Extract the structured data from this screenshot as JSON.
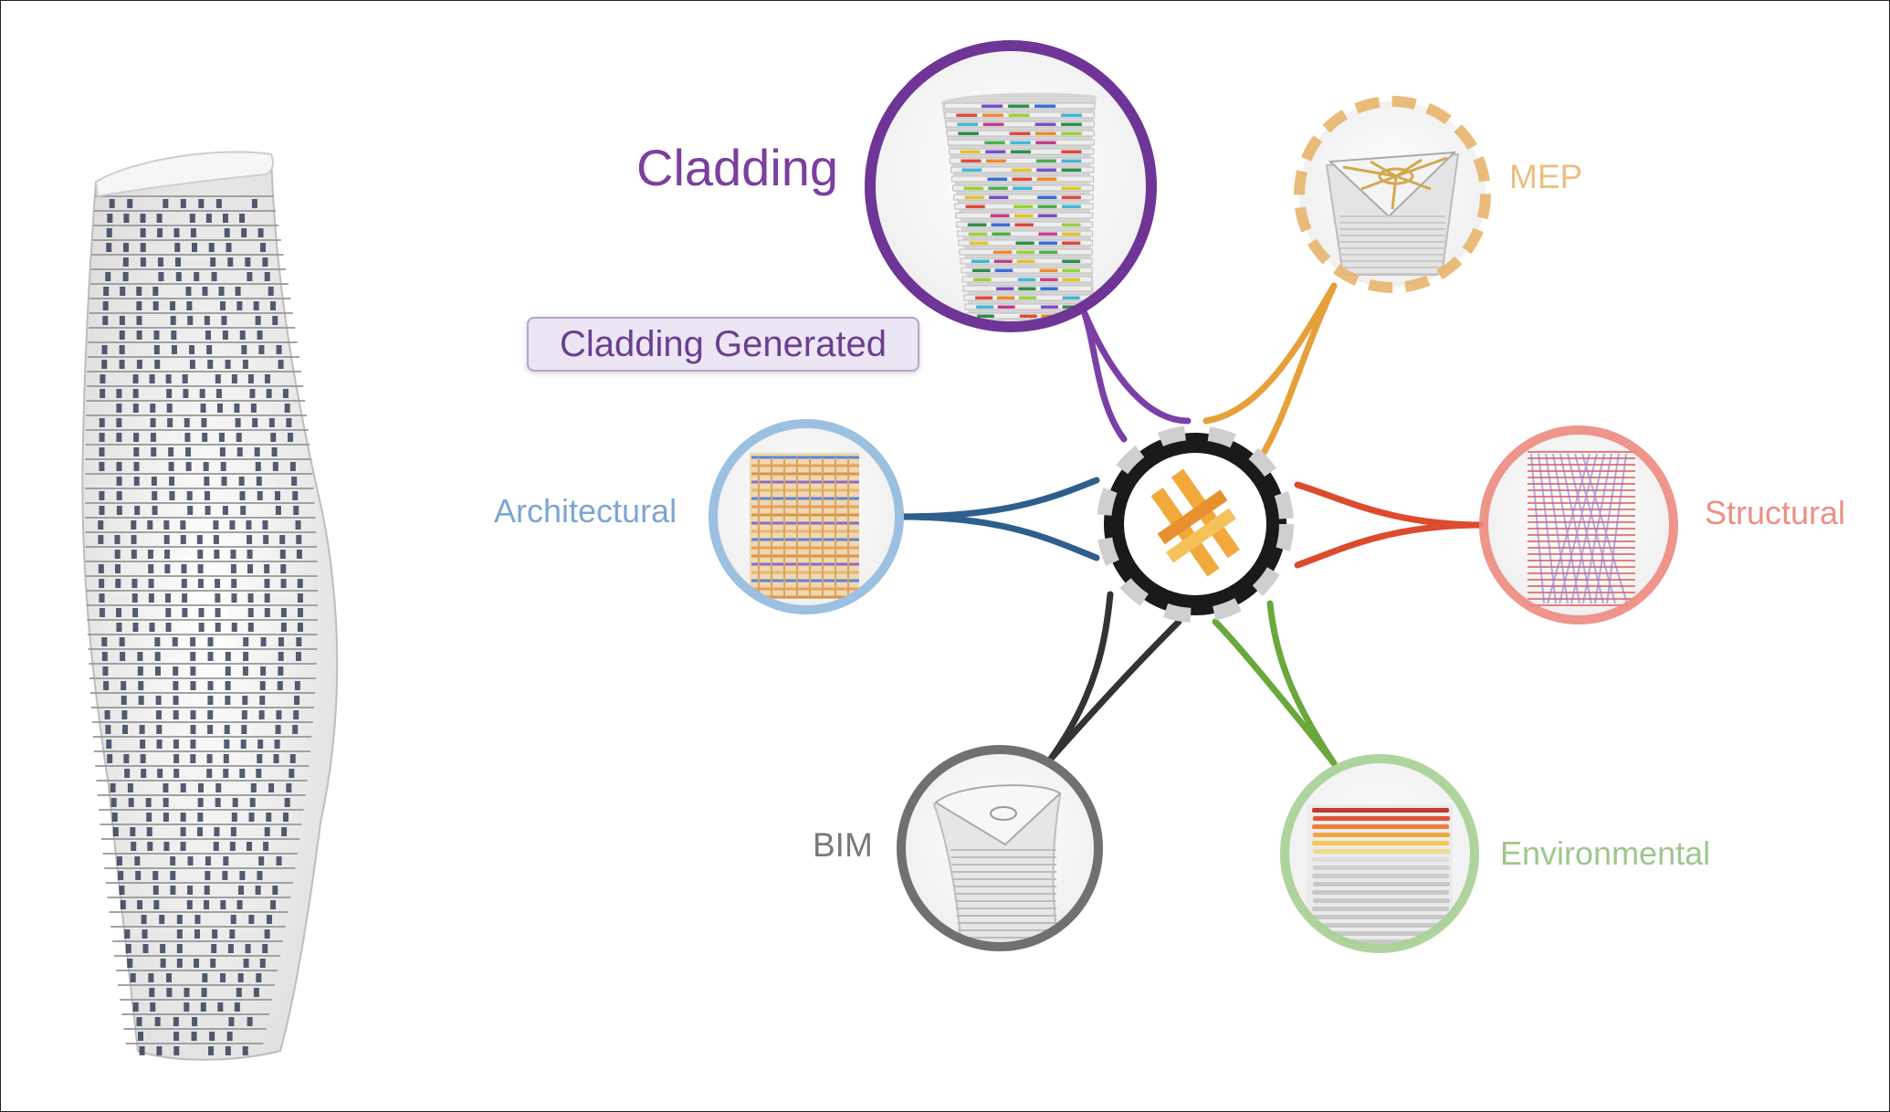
{
  "hub": {
    "icon": "hypar-logo-icon"
  },
  "nodes": {
    "cladding": {
      "label": "Cladding",
      "color": "#7b3f9e"
    },
    "mep": {
      "label": "MEP",
      "color": "#e7b56d"
    },
    "architectural": {
      "label": "Architectural",
      "color": "#6f9dcc"
    },
    "structural": {
      "label": "Structural",
      "color": "#e9857a"
    },
    "bim": {
      "label": "BIM",
      "color": "#6b6b6b"
    },
    "environmental": {
      "label": "Environmental",
      "color": "#8fbd7a"
    }
  },
  "status_badge": {
    "text": "Cladding Generated",
    "color": "#6a3f8f"
  },
  "colors": {
    "cladding_link": "#7b3fa6",
    "mep_link": "#e6a03a",
    "arch_link": "#2e5e8c",
    "struct_link": "#dd4a2e",
    "bim_link": "#333333",
    "env_link": "#6aa83c",
    "hub_accent": "#f2a93b"
  }
}
